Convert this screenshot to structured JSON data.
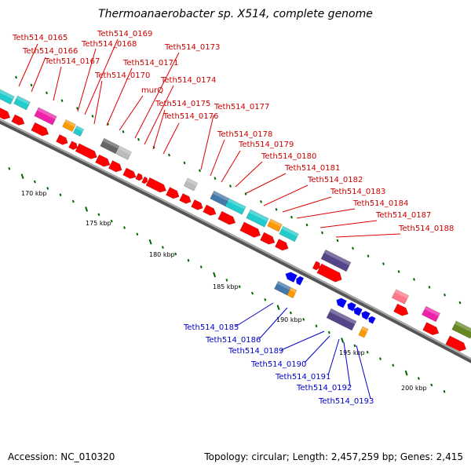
{
  "title": "Thermoanaerobacter sp. X514, complete genome",
  "accession": "Accession: NC_010320",
  "topology": "Topology: circular; Length: 2,457,259 bp; Genes: 2,415",
  "scale_labels": [
    "170 kbp",
    "175 kbp",
    "180 kbp",
    "185 kbp",
    "190 kbp",
    "195 kbp",
    "200 kbp"
  ],
  "forward_genes": [
    "Teth514_0165",
    "Teth514_0166",
    "Teth514_0167",
    "Teth514_0168",
    "Teth514_0169",
    "Teth514_0170",
    "Teth514_0171",
    "murQ",
    "Teth514_0173",
    "Teth514_0174",
    "Teth514_0175",
    "Teth514_0176",
    "Teth514_0177",
    "Teth514_0178",
    "Teth514_0179",
    "Teth514_0180",
    "Teth514_0181",
    "Teth514_0182",
    "Teth514_0183",
    "Teth514_0184",
    "Teth514_0187",
    "Teth514_0188"
  ],
  "reverse_genes": [
    "Teth514_0185",
    "Teth514_0186",
    "Teth514_0189",
    "Teth514_0190",
    "Teth514_0191",
    "Teth514_0192",
    "Teth514_0193"
  ],
  "colors": {
    "forward_label": "#cc0000",
    "reverse_label": "#0000cc",
    "gene_red": "#ff0000",
    "gene_blue": "#0000ff",
    "cyan": "#22cccc",
    "magenta": "#ee22aa",
    "orange": "#ff9900",
    "gray_dark": "#666666",
    "gray_light": "#bbbbbb",
    "steel": "#4477aa",
    "slate": "#554488",
    "olive": "#668822",
    "pink": "#ff7788",
    "tick_green": "#006600",
    "backbone": "#888888"
  }
}
